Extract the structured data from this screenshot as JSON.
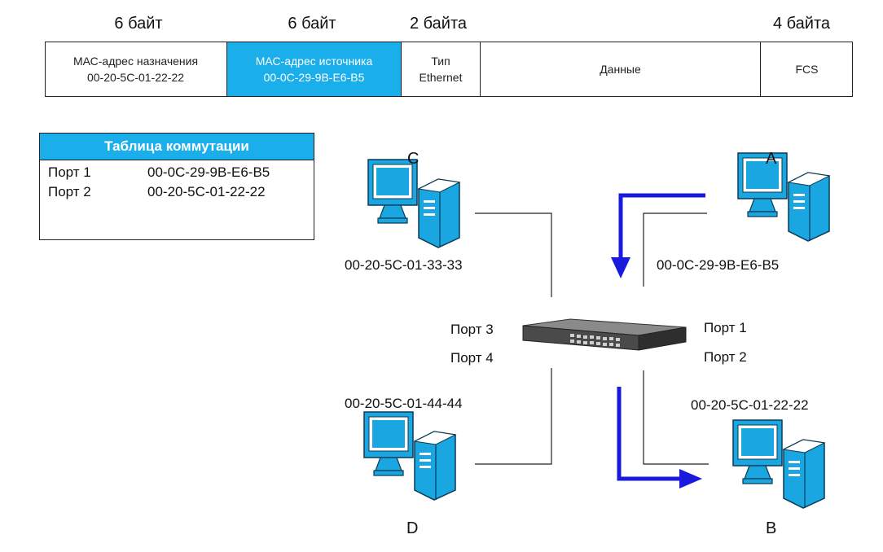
{
  "colors": {
    "accent": "#1aaeeb",
    "arrow": "#1a1adf",
    "pc": "#1aa6e0"
  },
  "frame": {
    "sizes": {
      "dst": "6 байт",
      "src": "6 байт",
      "type": "2 байта",
      "fcs": "4 байта"
    },
    "fields": {
      "dst_name": "МАС-адрес назначения",
      "dst_mac": "00-20-5С-01-22-22",
      "src_name": "МАС-адрес источника",
      "src_mac": "00-0С-29-9В-Е6-В5",
      "type_line1": "Тип",
      "type_line2": "Ethernet",
      "data": "Данные",
      "fcs": "FCS"
    }
  },
  "switch_table": {
    "title": "Таблица коммутации",
    "rows": [
      {
        "port": "Порт 1",
        "mac": "00-0C-29-9B-E6-B5"
      },
      {
        "port": "Порт 2",
        "mac": "00-20-5C-01-22-22"
      }
    ]
  },
  "hosts": {
    "C": {
      "letter": "C",
      "mac": "00-20-5C-01-33-33"
    },
    "A": {
      "letter": "A",
      "mac": "00-0C-29-9B-E6-B5"
    },
    "D": {
      "letter": "D",
      "mac": "00-20-5C-01-44-44"
    },
    "B": {
      "letter": "B",
      "mac": "00-20-5C-01-22-22"
    }
  },
  "ports": {
    "p1": "Порт 1",
    "p2": "Порт 2",
    "p3": "Порт 3",
    "p4": "Порт 4"
  }
}
